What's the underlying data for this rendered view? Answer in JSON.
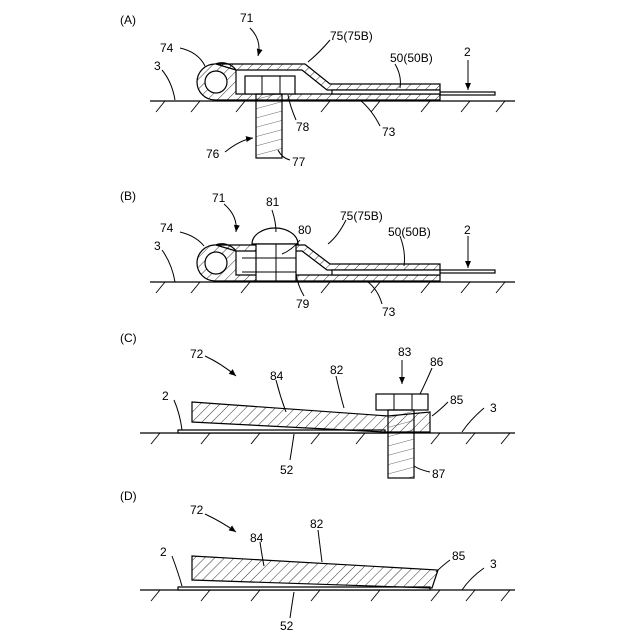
{
  "figures": [
    {
      "id": "A",
      "panel_label": "(A)",
      "labels": [
        "71",
        "74",
        "75(75B)",
        "50(50B)",
        "2",
        "3",
        "78",
        "73",
        "76",
        "77"
      ]
    },
    {
      "id": "B",
      "panel_label": "(B)",
      "labels": [
        "71",
        "81",
        "74",
        "80",
        "75(75B)",
        "50(50B)",
        "2",
        "3",
        "79",
        "73"
      ]
    },
    {
      "id": "C",
      "panel_label": "(C)",
      "labels": [
        "72",
        "83",
        "86",
        "84",
        "82",
        "2",
        "85",
        "3",
        "52",
        "87"
      ]
    },
    {
      "id": "D",
      "panel_label": "(D)",
      "labels": [
        "72",
        "82",
        "84",
        "2",
        "85",
        "3",
        "52"
      ]
    }
  ]
}
